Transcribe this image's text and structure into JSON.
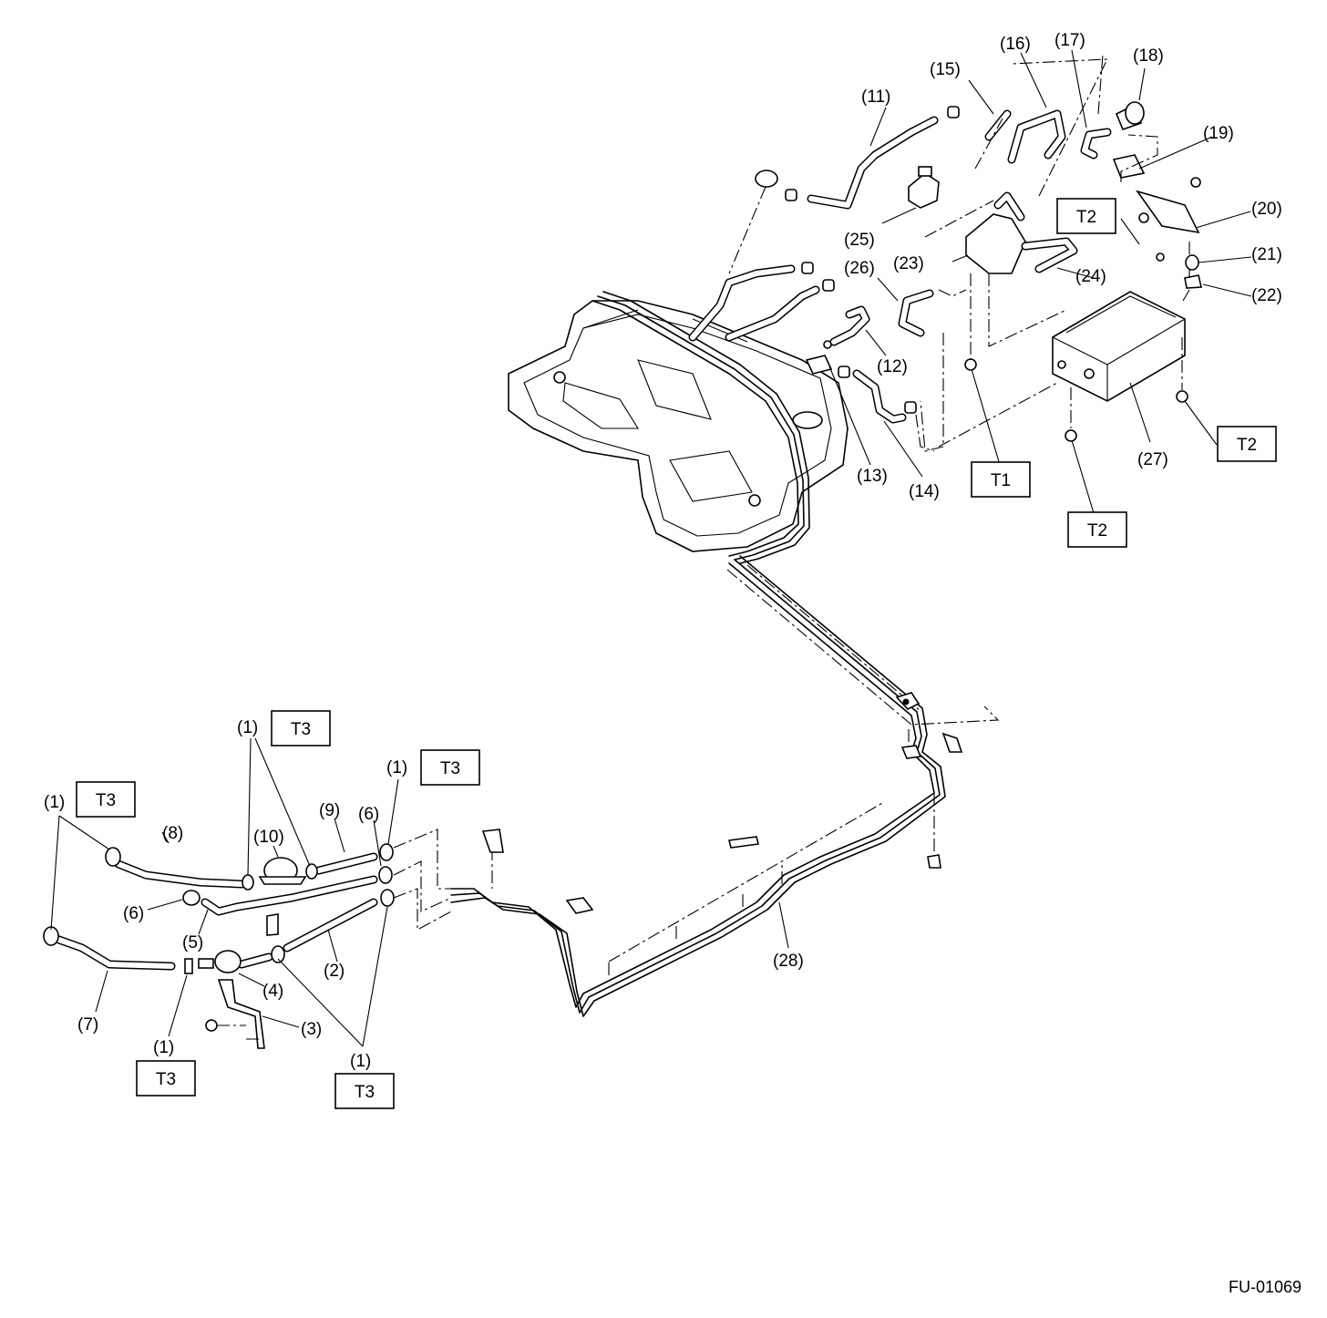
{
  "figure_id": "FU-01069",
  "callouts": [
    {
      "id": "c11",
      "text": "(11)"
    },
    {
      "id": "c15",
      "text": "(15)"
    },
    {
      "id": "c16",
      "text": "(16)"
    },
    {
      "id": "c17",
      "text": "(17)"
    },
    {
      "id": "c18",
      "text": "(18)"
    },
    {
      "id": "c19",
      "text": "(19)"
    },
    {
      "id": "c20",
      "text": "(20)"
    },
    {
      "id": "c21",
      "text": "(21)"
    },
    {
      "id": "c22",
      "text": "(22)"
    },
    {
      "id": "c23",
      "text": "(23)"
    },
    {
      "id": "c24",
      "text": "(24)"
    },
    {
      "id": "c25",
      "text": "(25)"
    },
    {
      "id": "c26",
      "text": "(26)"
    },
    {
      "id": "c12",
      "text": "(12)"
    },
    {
      "id": "c13",
      "text": "(13)"
    },
    {
      "id": "c14",
      "text": "(14)"
    },
    {
      "id": "c27",
      "text": "(27)"
    },
    {
      "id": "c28",
      "text": "(28)"
    },
    {
      "id": "c1a",
      "text": "(1)"
    },
    {
      "id": "c1b",
      "text": "(1)"
    },
    {
      "id": "c1c",
      "text": "(1)"
    },
    {
      "id": "c1d",
      "text": "(1)"
    },
    {
      "id": "c1e",
      "text": "(1)"
    },
    {
      "id": "c2",
      "text": "(2)"
    },
    {
      "id": "c3",
      "text": "(3)"
    },
    {
      "id": "c4",
      "text": "(4)"
    },
    {
      "id": "c5",
      "text": "(5)"
    },
    {
      "id": "c6a",
      "text": "(6)"
    },
    {
      "id": "c6b",
      "text": "(6)"
    },
    {
      "id": "c7",
      "text": "(7)"
    },
    {
      "id": "c8",
      "text": "(8)"
    },
    {
      "id": "c9",
      "text": "(9)"
    },
    {
      "id": "c10",
      "text": "(10)"
    }
  ],
  "torque_labels": [
    {
      "id": "t2a",
      "text": "T2"
    },
    {
      "id": "t2b",
      "text": "T2"
    },
    {
      "id": "t2c",
      "text": "T2"
    },
    {
      "id": "t1",
      "text": "T1"
    },
    {
      "id": "t3a",
      "text": "T3"
    },
    {
      "id": "t3b",
      "text": "T3"
    },
    {
      "id": "t3c",
      "text": "T3"
    },
    {
      "id": "t3d",
      "text": "T3"
    },
    {
      "id": "t3e",
      "text": "T3"
    }
  ]
}
